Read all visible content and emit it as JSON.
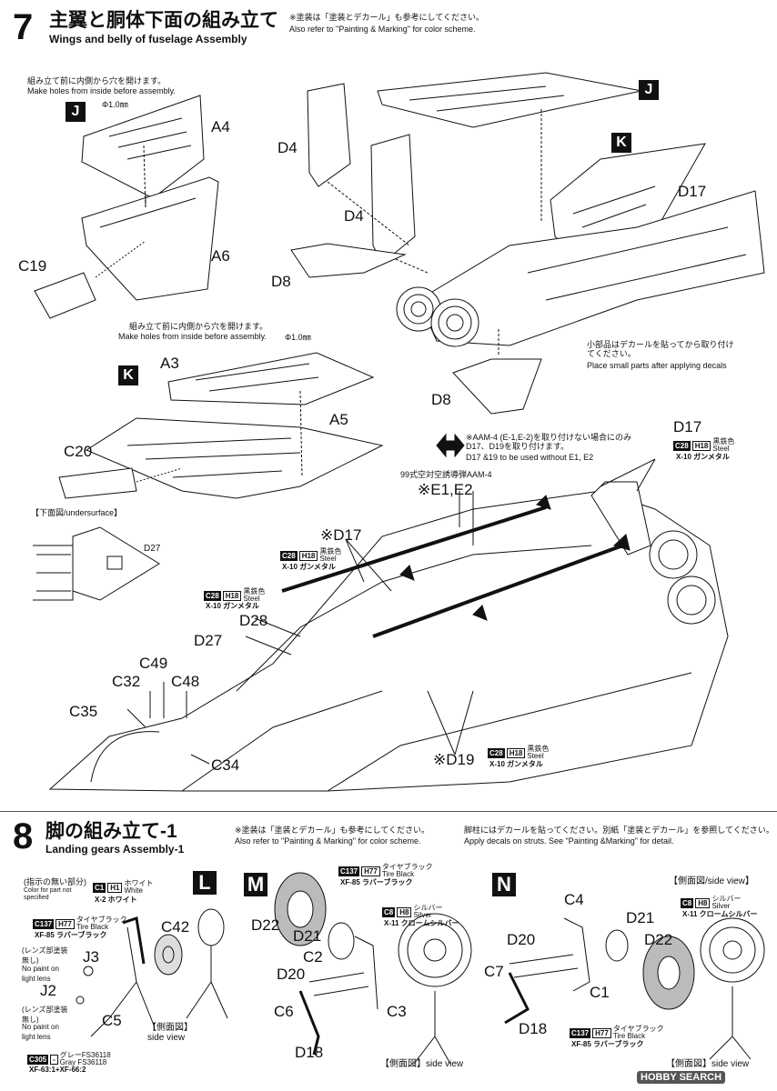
{
  "step7": {
    "number": "7",
    "title": "主翼と胴体下面の組み立て",
    "subtitle": "Wings and belly of fuselage Assembly",
    "note_jp": "※塗装は「塗装とデカール」も参考にしてください。",
    "note_en": "Also refer to \"Painting & Marking\" for color scheme.",
    "hole_note_jp": "組み立て前に内側から穴を開けます。",
    "hole_note_en": "Make holes from inside before assembly.",
    "hole_size": "Φ1.0㎜",
    "marker_j": "J",
    "marker_k": "K",
    "parts": {
      "a4": "A4",
      "a6": "A6",
      "c19": "C19",
      "a3": "A3",
      "a5": "A5",
      "c20": "C20",
      "d4a": "D4",
      "d4b": "D4",
      "d8a": "D8",
      "d8b": "D8",
      "d17": "D17",
      "d27": "D27",
      "d28": "D28",
      "d27b": "D27",
      "c49": "C49",
      "c32": "C32",
      "c48": "C48",
      "c35": "C35",
      "c34": "C34",
      "d19": "※D19",
      "d17b": "※D17",
      "e1e2": "※E1,E2"
    },
    "small_parts_jp": "小部品はデカールを貼ってから取り付けてください。",
    "small_parts_en": "Place small parts after applying decals",
    "aam_note_jp": "※AAM-4 (E-1,E-2)を取り付けない場合にのみ D17、D19を取り付けます。",
    "aam_note_en": "D17 &19 to be used without E1, E2",
    "missile_label": "99式空対空誘導弾AAM-4",
    "undersurface_label": "【下面図/undersurface】",
    "paint_c28": {
      "code": "C28",
      "h": "H18",
      "jp": "黒鉄色",
      "en": "Steel",
      "name": "X-10 ガンメタル"
    }
  },
  "step8": {
    "number": "8",
    "title": "脚の組み立て-1",
    "subtitle": "Landing gears Assembly-1",
    "note_jp": "※塗装は「塗装とデカール」も参考にしてください。",
    "note_en": "Also refer to \"Painting & Marking\" for color scheme.",
    "decal_note_jp": "脚柱にはデカールを貼ってください。別紙「塗装とデカール」を参照してください。",
    "decal_note_en": "Apply decals on struts. See \"Painting &Marking\" for detail.",
    "unspecified_jp": "(指示の無い部分)",
    "unspecified_en": "Color for part not specified",
    "lens_jp": "(レンズ部塗装無し)",
    "lens_en": "No paint on light lens",
    "markers": {
      "l": "L",
      "m": "M",
      "n": "N"
    },
    "parts": {
      "c42": "C42",
      "j3": "J3",
      "j2": "J2",
      "c5": "C5",
      "d22": "D22",
      "d21": "D21",
      "c2": "C2",
      "d20": "D20",
      "c6": "C6",
      "c3": "C3",
      "d18": "D18",
      "c4": "C4",
      "d21b": "D21",
      "d22b": "D22",
      "d20b": "D20",
      "c7": "C7",
      "c1": "C1",
      "d18b": "D18"
    },
    "side_view_l": "【側面図】\nside view",
    "side_view_m": "【側面図】side view",
    "side_view_n_top": "【側面図/side view】",
    "side_view_n": "【側面図】side view",
    "paint_c1": {
      "code": "C1",
      "h": "H1",
      "jp": "ホワイト",
      "en": "White",
      "name": "X-2 ホワイト"
    },
    "paint_c137": {
      "code": "C137",
      "h": "H77",
      "jp": "タイヤブラック",
      "en": "Tire Black",
      "name": "XF-85 ラバーブラック"
    },
    "paint_c8": {
      "code": "C8",
      "h": "H8",
      "jp": "シルバー",
      "en": "Silver",
      "name": "X-11 クロームシルバー"
    },
    "paint_c305": {
      "code": "C305",
      "h": "-",
      "jp": "グレーFS36118",
      "en": "Gray FS36118",
      "name": "XF-63:1+XF-66:2"
    }
  },
  "watermark": "HOBBY SEARCH"
}
